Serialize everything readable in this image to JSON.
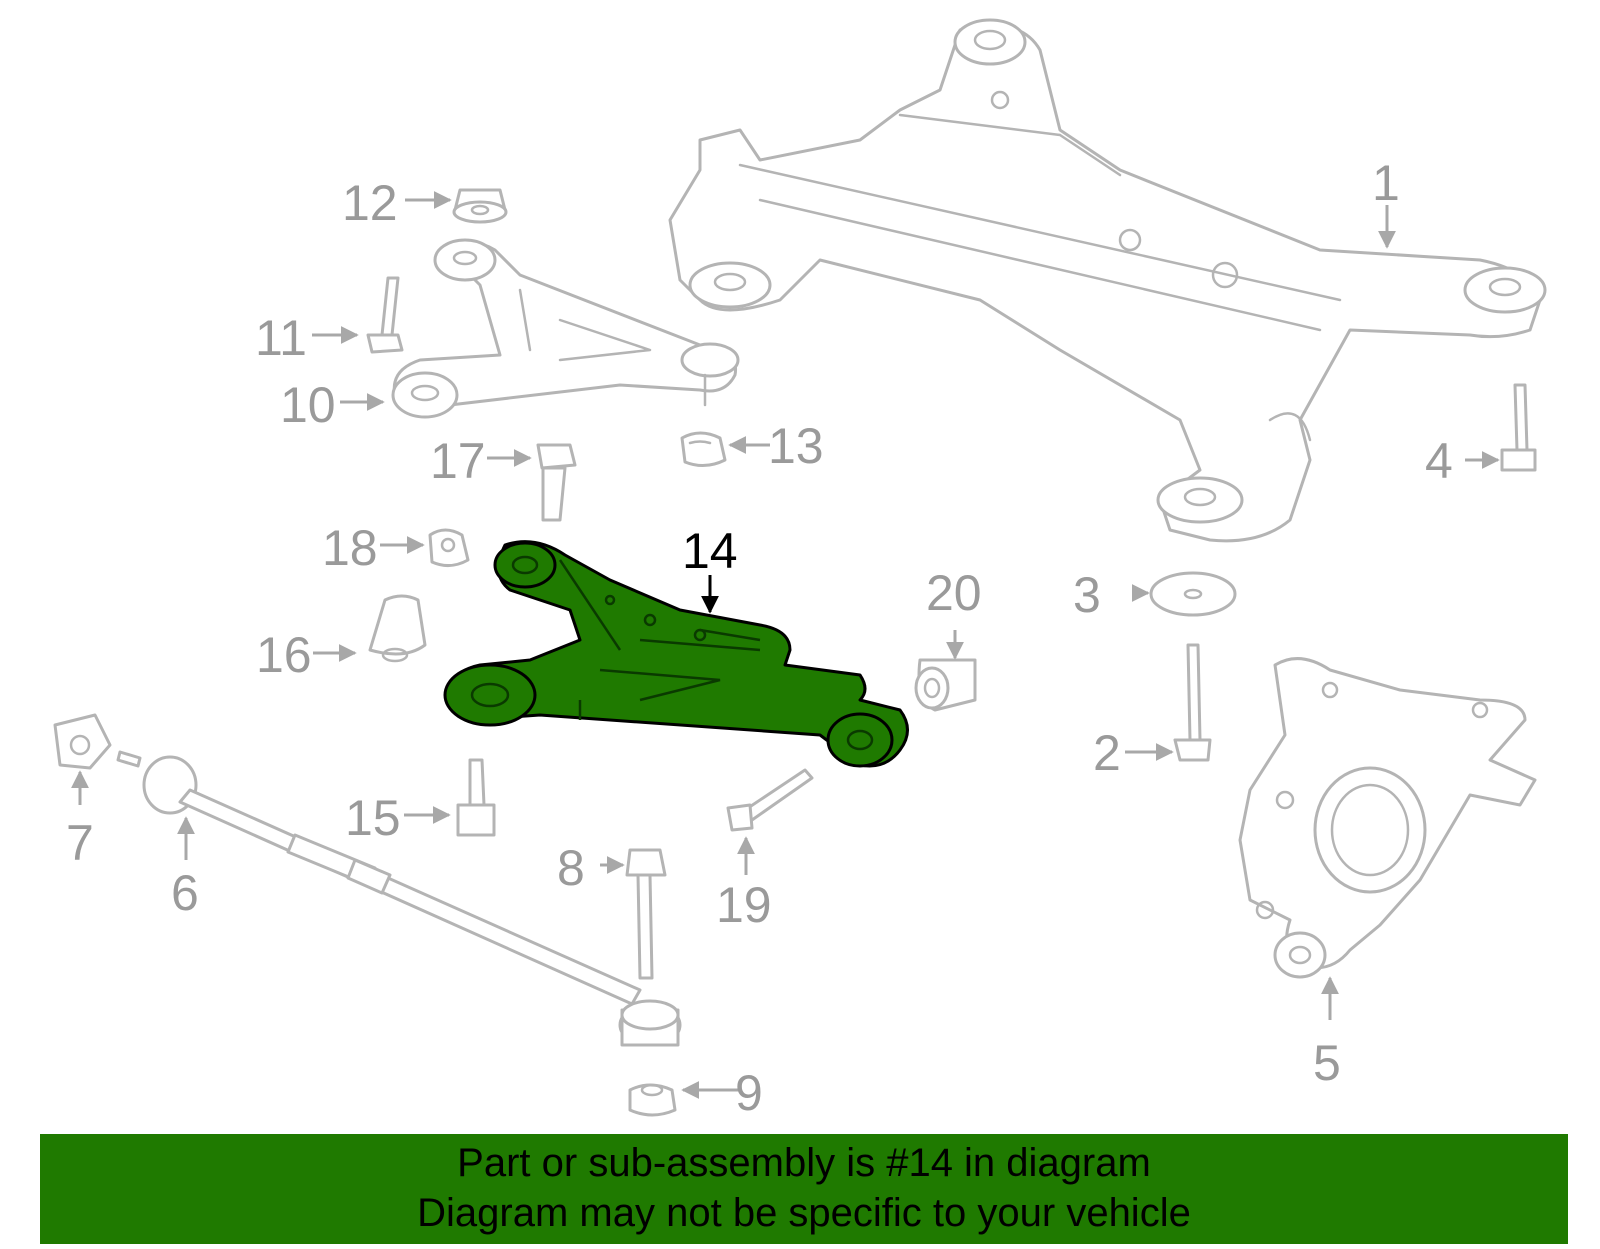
{
  "diagram": {
    "highlight_color": "#1f7a00",
    "line_color": "#b4b4b4",
    "highlighted_part": "14",
    "callouts": {
      "c1": "1",
      "c2": "2",
      "c3": "3",
      "c4": "4",
      "c5": "5",
      "c6": "6",
      "c7": "7",
      "c8": "8",
      "c9": "9",
      "c10": "10",
      "c11": "11",
      "c12": "12",
      "c13": "13",
      "c14": "14",
      "c15": "15",
      "c16": "16",
      "c17": "17",
      "c18": "18",
      "c19": "19",
      "c20": "20"
    }
  },
  "footer": {
    "line1": "Part or sub-assembly is #14 in diagram",
    "line2": "Diagram may not be specific to your vehicle"
  }
}
